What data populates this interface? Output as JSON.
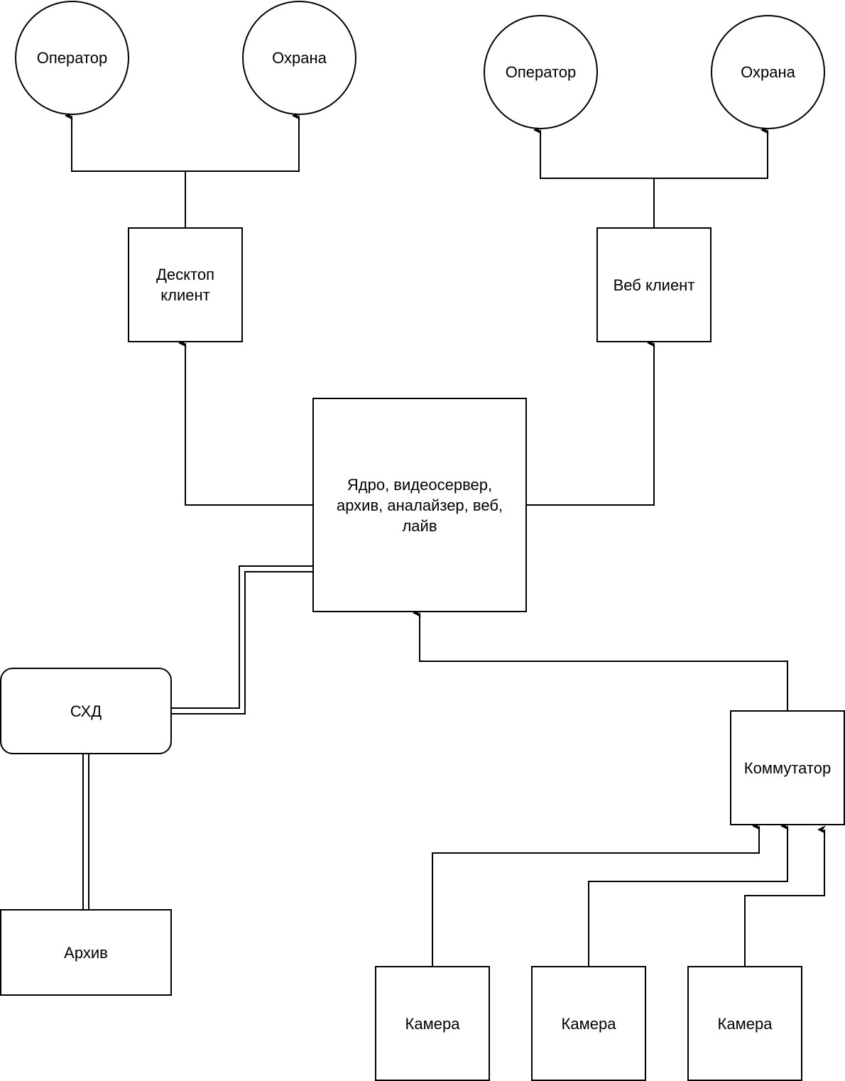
{
  "diagram": {
    "colors": {
      "stroke": "#000000",
      "background": "#ffffff"
    },
    "nodes": {
      "operator_left": {
        "label": "Оператор",
        "shape": "circle"
      },
      "guard_left": {
        "label": "Охрана",
        "shape": "circle"
      },
      "operator_right": {
        "label": "Оператор",
        "shape": "circle"
      },
      "guard_right": {
        "label": "Охрана",
        "shape": "circle"
      },
      "desktop_client": {
        "label": "Десктоп клиент",
        "shape": "rectangle"
      },
      "web_client": {
        "label": "Веб клиент",
        "shape": "rectangle"
      },
      "core": {
        "label": "Ядро, видеосервер, архив, аналайзер, веб, лайв",
        "shape": "rectangle"
      },
      "storage": {
        "label": "СХД",
        "shape": "rounded-rectangle"
      },
      "archive": {
        "label": "Архив",
        "shape": "rectangle"
      },
      "switch": {
        "label": "Коммутатор",
        "shape": "rectangle"
      },
      "camera_1": {
        "label": "Камера",
        "shape": "rectangle"
      },
      "camera_2": {
        "label": "Камера",
        "shape": "rectangle"
      },
      "camera_3": {
        "label": "Камера",
        "shape": "rectangle"
      }
    },
    "edges": [
      {
        "from": "desktop_client",
        "to": "operator_left",
        "style": "arrow"
      },
      {
        "from": "desktop_client",
        "to": "guard_left",
        "style": "arrow"
      },
      {
        "from": "web_client",
        "to": "operator_right",
        "style": "arrow"
      },
      {
        "from": "web_client",
        "to": "guard_right",
        "style": "arrow"
      },
      {
        "from": "core",
        "to": "desktop_client",
        "style": "arrow"
      },
      {
        "from": "core",
        "to": "web_client",
        "style": "arrow"
      },
      {
        "from": "switch",
        "to": "core",
        "style": "arrow"
      },
      {
        "from": "camera_1",
        "to": "switch",
        "style": "arrow"
      },
      {
        "from": "camera_2",
        "to": "switch",
        "style": "arrow"
      },
      {
        "from": "camera_3",
        "to": "switch",
        "style": "arrow"
      },
      {
        "from": "storage",
        "to": "core",
        "style": "double-line"
      },
      {
        "from": "storage",
        "to": "archive",
        "style": "double-line"
      }
    ]
  }
}
